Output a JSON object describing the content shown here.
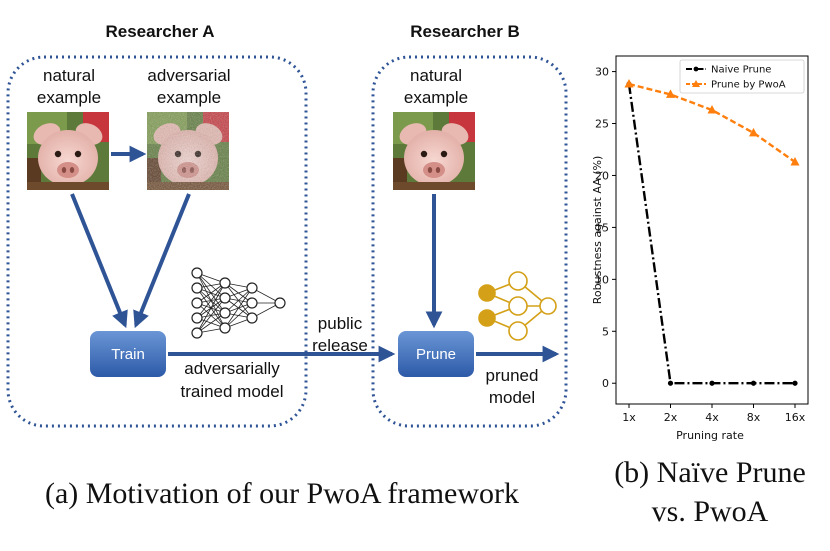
{
  "researcher_a": {
    "title": "Researcher A",
    "natural_line1": "natural",
    "natural_line2": "example",
    "adversarial_line1": "adversarial",
    "adversarial_line2": "example",
    "train_label": "Train",
    "model_line1": "adversarially",
    "model_line2": "trained model"
  },
  "release": {
    "line1": "public",
    "line2": "release"
  },
  "researcher_b": {
    "title": "Researcher B",
    "natural_line1": "natural",
    "natural_line2": "example",
    "prune_label": "Prune",
    "pruned_line1": "pruned",
    "pruned_line2": "model"
  },
  "captions": {
    "a": "(a) Motivation of our PwoA framework",
    "b_line1": "(b) Naïve Prune",
    "b_line2": "vs. PwoA"
  },
  "colors": {
    "arrow": "#2f5496",
    "dotted_border": "#2f5496",
    "button_top": "#6a96d6",
    "button_bottom": "#2d5aa8",
    "pruned_network": "#d4a017",
    "naive_series": "#000000",
    "pwoa_series": "#ff7f0e"
  },
  "icons": [
    "pig-photo",
    "noisy-pig-photo",
    "neural-network-icon",
    "pruned-network-icon"
  ],
  "chart_data": {
    "type": "line",
    "categories": [
      "1x",
      "2x",
      "4x",
      "8x",
      "16x"
    ],
    "series": [
      {
        "name": "Naive Prune",
        "values": [
          28.8,
          0,
          0,
          0,
          0
        ],
        "color": "#000000",
        "style": "dash-dot",
        "marker": "dot"
      },
      {
        "name": "Prune by PwoA",
        "values": [
          28.8,
          27.8,
          26.3,
          24.1,
          21.3
        ],
        "color": "#ff7f0e",
        "style": "dashed",
        "marker": "triangle"
      }
    ],
    "xlabel": "Pruning rate",
    "ylabel": "Robustness against AA (%)",
    "ylim": [
      -2,
      31.5
    ],
    "yticks": [
      0,
      5,
      10,
      15,
      20,
      25,
      30
    ],
    "legend": "top-right",
    "grid": false
  }
}
